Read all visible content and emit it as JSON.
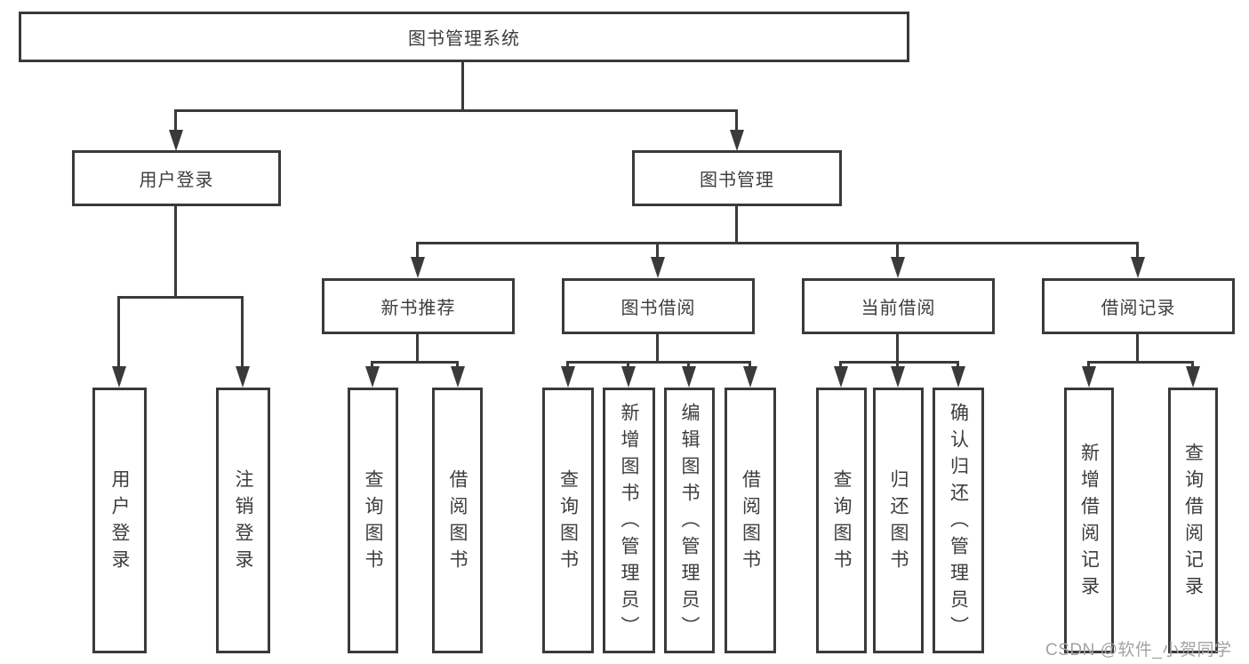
{
  "tree": {
    "root": "图书管理系统",
    "login": {
      "label": "用户登录",
      "children": [
        "用户登录",
        "注销登录"
      ]
    },
    "manage": {
      "label": "图书管理"
    },
    "sections": [
      {
        "label": "新书推荐",
        "children": [
          "查询图书",
          "借阅图书"
        ]
      },
      {
        "label": "图书借阅",
        "children": [
          "查询图书",
          "新增图书（管理员）",
          "编辑图书（管理员）",
          "借阅图书"
        ]
      },
      {
        "label": "当前借阅",
        "children": [
          "查询图书",
          "归还图书",
          "确认归还（管理员）"
        ]
      },
      {
        "label": "借阅记录",
        "children": [
          "新增借阅记录",
          "查询借阅记录"
        ]
      }
    ]
  },
  "watermark": "CSDN @软件_小贺同学",
  "colors": {
    "line": "#3a3a3a",
    "text": "#3d3d3d",
    "watermark": "#a3a3a3"
  }
}
